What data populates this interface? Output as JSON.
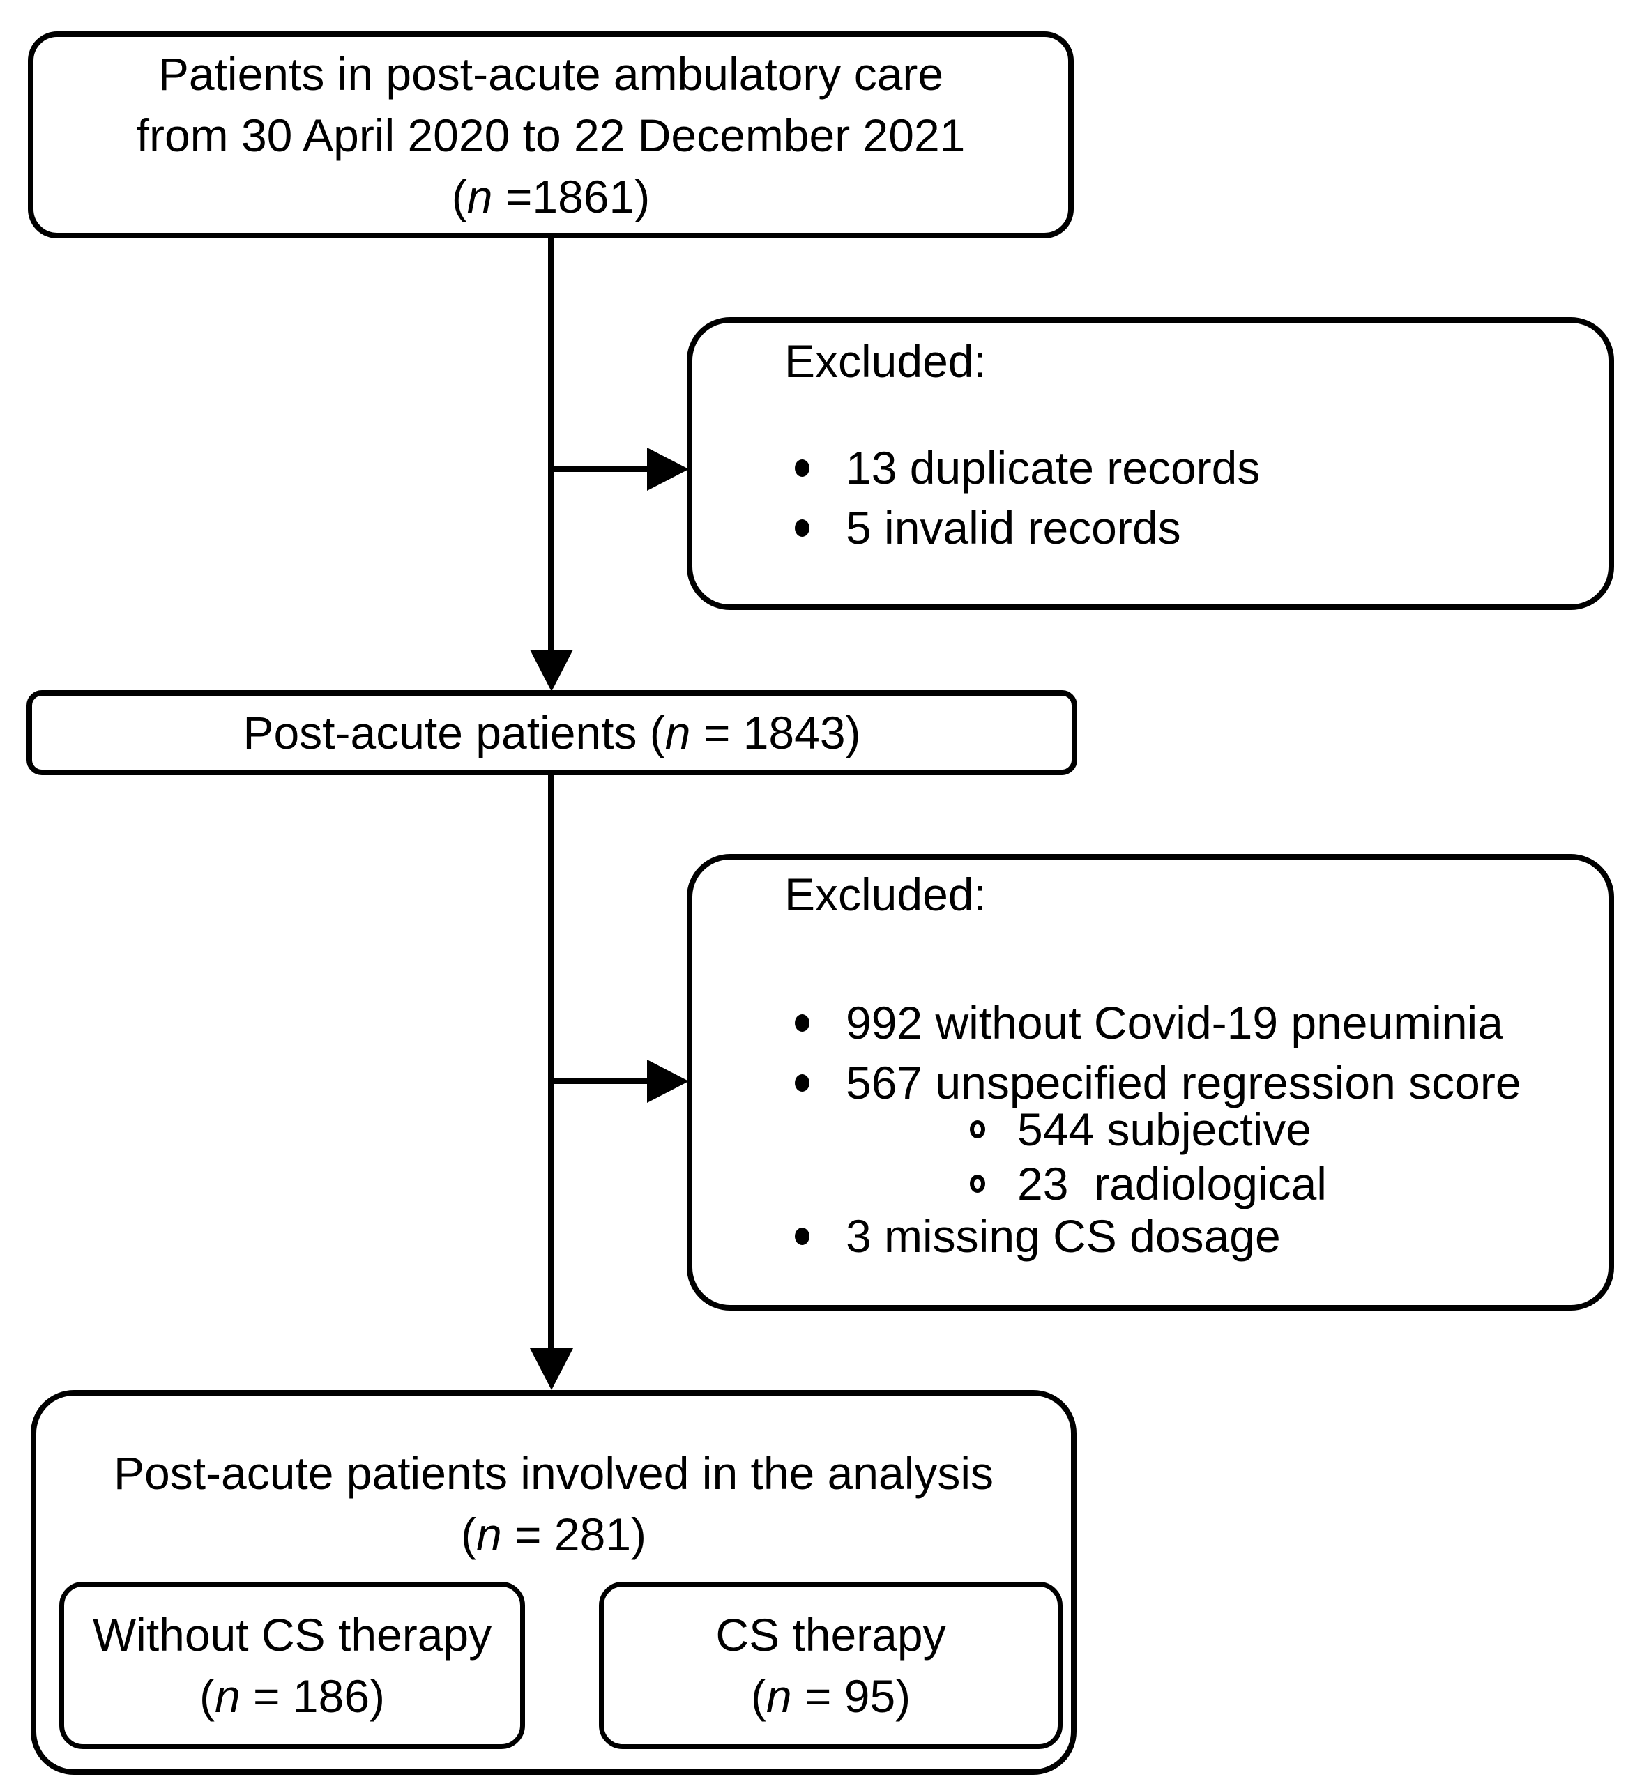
{
  "colors": {
    "ink": "#000000",
    "background": "#ffffff"
  },
  "figure": {
    "top_box": {
      "line1": "Patients in post-acute ambulatory care",
      "line2": "from 30 April 2020 to 22 December 2021",
      "count": {
        "pre": "(",
        "var": "n",
        "post": " =1861)"
      }
    },
    "excluded_box_1": {
      "title": "Excluded:",
      "bullets": [
        {
          "level": 1,
          "text": "13 duplicate records"
        },
        {
          "level": 1,
          "text": "5 invalid records"
        }
      ]
    },
    "middle_box": {
      "text": "Post-acute patients ",
      "count": {
        "pre": "(",
        "var": "n",
        "post": " = 1843)"
      }
    },
    "excluded_box_2": {
      "title": "Excluded:",
      "bullets": [
        {
          "level": 1,
          "text": "992 without Covid-19 pneuminia"
        },
        {
          "level": 1,
          "text": "567 unspecified regression score"
        },
        {
          "level": 2,
          "text": "544 subjective"
        },
        {
          "level": 2,
          "text": "23  radiological"
        },
        {
          "level": 1,
          "text": "3 missing CS dosage"
        }
      ]
    },
    "final_box": {
      "title": "Post-acute patients involved in the analysis",
      "count": {
        "pre": "(",
        "var": "n",
        "post": " = 281)"
      },
      "left_sub_box": {
        "label": "Without CS therapy",
        "count": {
          "pre": "(",
          "var": "n",
          "post": " = 186)"
        }
      },
      "right_sub_box": {
        "label": "CS therapy",
        "count": {
          "pre": "(",
          "var": "n",
          "post": " = 95)"
        }
      }
    }
  }
}
